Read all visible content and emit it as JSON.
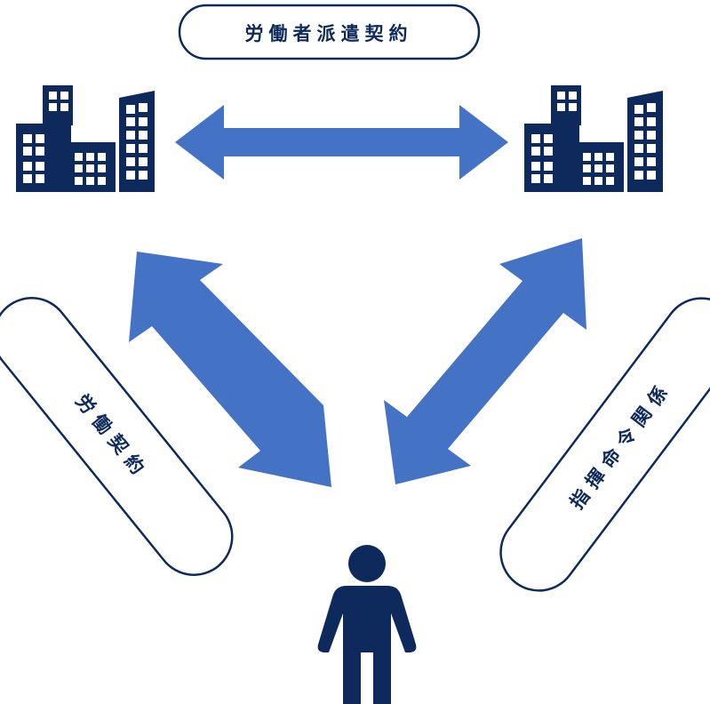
{
  "labels": {
    "top": "労働者派遣契約",
    "left": "労働契約",
    "right": "指揮命令関係"
  },
  "nodes": {
    "left_company": "building-icon",
    "right_company": "building-icon",
    "worker": "person-icon"
  },
  "colors": {
    "navy": "#0e2a5c",
    "arrow": "#4472c4",
    "pill_border": "#0e2a5c",
    "background": "#ffffff"
  }
}
